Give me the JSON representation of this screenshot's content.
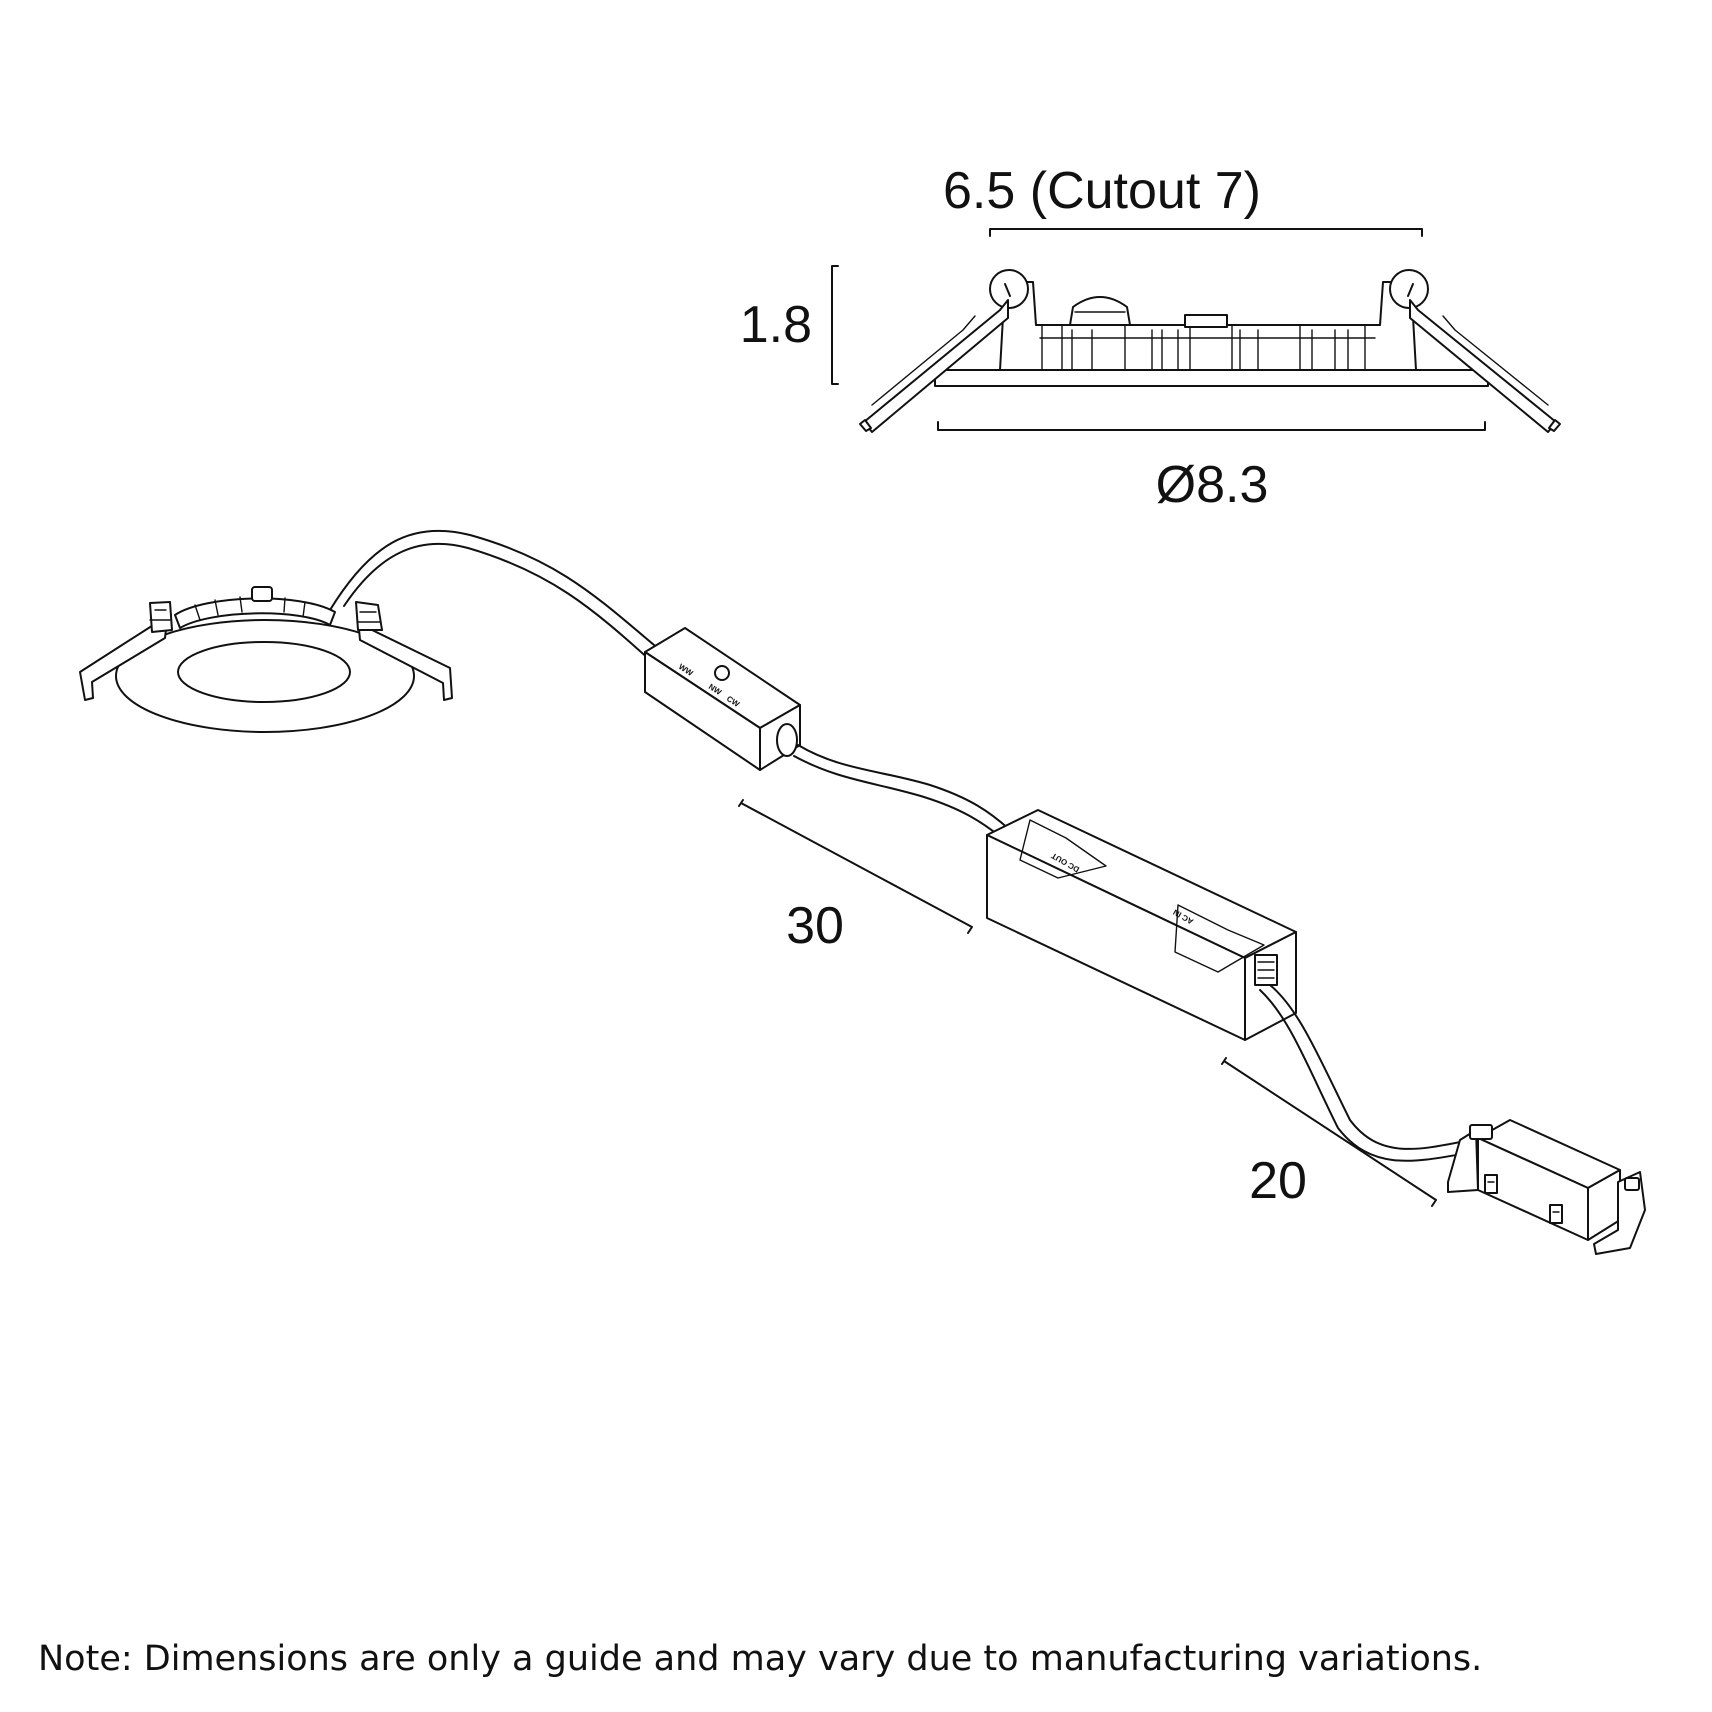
{
  "dimensions": {
    "top_width": "6.5 (Cutout 7)",
    "height": "1.8",
    "diameter": "Ø8.3",
    "cable_1": "30",
    "cable_2": "20"
  },
  "labels": {
    "driver_dc": "DC OUT",
    "driver_ac": "AC IN",
    "switch_1": "WW",
    "switch_2": "NW",
    "switch_3": "CW"
  },
  "note": "Note: Dimensions are only a guide and may vary due to manufacturing variations."
}
